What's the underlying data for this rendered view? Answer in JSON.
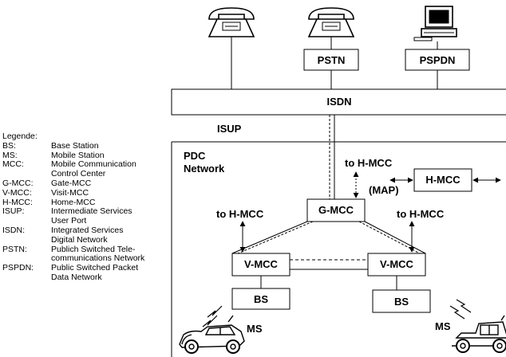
{
  "colors": {
    "stroke": "#000000",
    "background": "#ffffff"
  },
  "icons": [
    "telephone-icon",
    "telephone-icon",
    "computer-terminal-icon",
    "radio-signal-icon",
    "radio-signal-icon",
    "vintage-car-icon",
    "vintage-car-icon"
  ],
  "nodes": {
    "pstn": "PSTN",
    "pspdn": "PSPDN",
    "isdn": "ISDN",
    "isup": "ISUP",
    "network_title": "PDC\nNetwork",
    "h_mcc": "H-MCC",
    "map": "(MAP)",
    "g_mcc": "G-MCC",
    "v_mcc_left": "V-MCC",
    "v_mcc_right": "V-MCC",
    "bs_left": "BS",
    "bs_right": "BS",
    "to_h_mcc_top": "to H-MCC",
    "to_h_mcc_left": "to H-MCC",
    "to_h_mcc_right": "to H-MCC",
    "ms_left": "MS",
    "ms_right": "MS"
  },
  "legend": {
    "title": "Legende:",
    "entries": [
      {
        "key": "BS:",
        "lines": [
          "Base Station"
        ]
      },
      {
        "key": "MS:",
        "lines": [
          "Mobile Station"
        ]
      },
      {
        "key": "MCC:",
        "lines": [
          "Mobile Communication",
          "Control Center"
        ]
      },
      {
        "key": "G-MCC:",
        "lines": [
          "Gate-MCC"
        ]
      },
      {
        "key": "V-MCC:",
        "lines": [
          "Visit-MCC"
        ]
      },
      {
        "key": "H-MCC:",
        "lines": [
          "Home-MCC"
        ]
      },
      {
        "key": "ISUP:",
        "lines": [
          "Intermediate Services",
          "User Port"
        ]
      },
      {
        "key": "ISDN:",
        "lines": [
          "Integrated Services",
          "Digital Network"
        ]
      },
      {
        "key": "PSTN:",
        "lines": [
          "Publich Switched Tele-",
          "communications Network"
        ]
      },
      {
        "key": "PSPDN:",
        "lines": [
          "Public Switched Packet",
          "Data Network"
        ]
      }
    ]
  }
}
